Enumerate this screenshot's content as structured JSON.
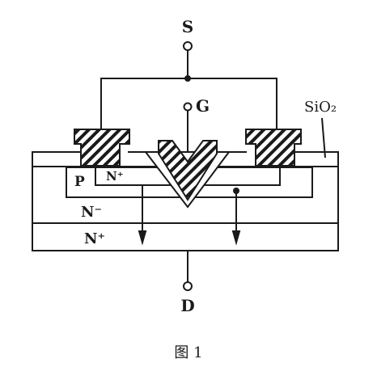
{
  "diagram": {
    "source_label": "S",
    "gate_label": "G",
    "drain_label": "D",
    "oxide_label": "SiO₂",
    "p_region_label": "P",
    "n_plus_source_label": "N⁺",
    "n_minus_label": "N⁻",
    "n_plus_substrate_label": "N⁺",
    "caption": "图 1"
  }
}
